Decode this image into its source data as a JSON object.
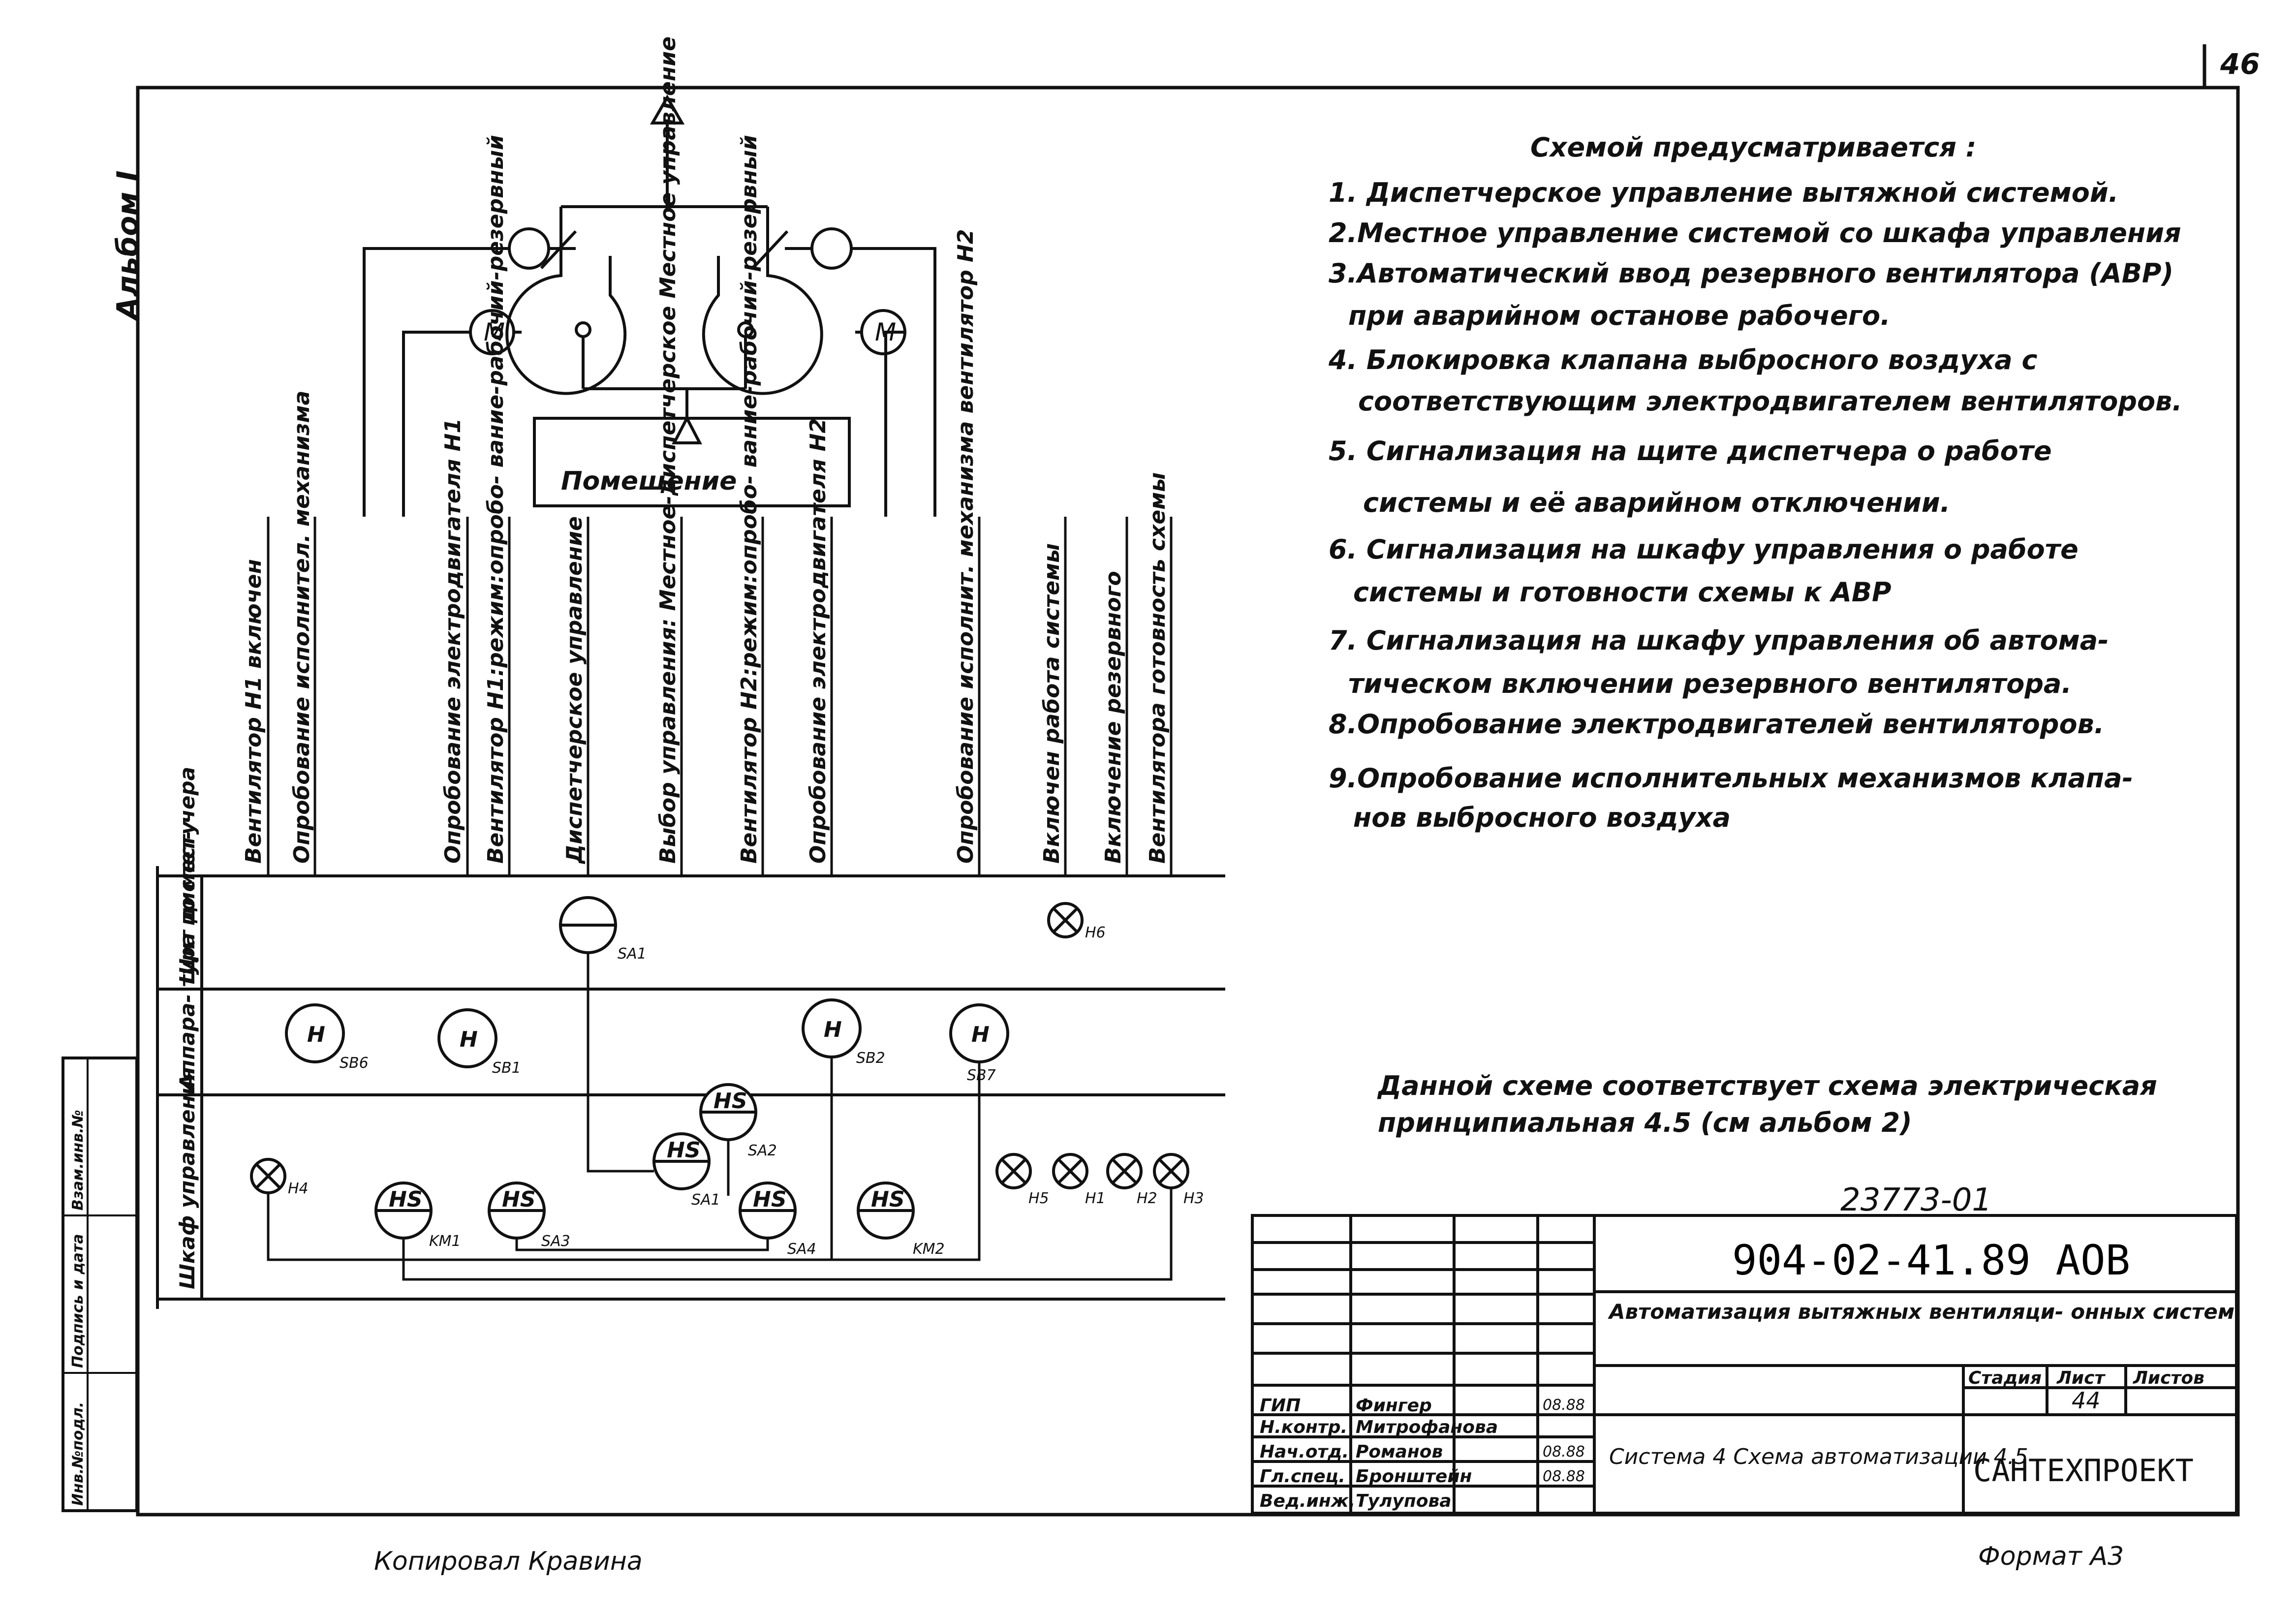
{
  "page_number": "46",
  "album_label": "Альбом I",
  "room_label": "Помещение",
  "notes_title": "Схемой предусматривается :",
  "notes": [
    "1. Диспетчерское управление вытяжной системой.",
    "2.Местное управление системой со шкафа управления",
    "3.Автоматический ввод резервного вентилятора (АВР)",
    "при аварийном останове рабочего.",
    "4. Блокировка клапана выбросного воздуха с",
    "соответствующим электродвигателем вентиляторов.",
    "5. Сигнализация на щите диспетчера о работе",
    "системы и её аварийном отключении.",
    "6. Сигнализация на шкафу управления о работе",
    "системы и готовности схемы к АВР",
    "7. Сигнализация на шкафу управления об автома-",
    "тическом включении резервного вентилятора.",
    "8.Опробование электродвигателей вентиляторов.",
    "9.Опробование исполнительных механизмов клапа-",
    "нов выбросного воздуха"
  ],
  "correspondence_note": [
    "Данной схеме соответствует схема электрическая",
    "принципиальная 4.5 (см альбом 2)"
  ],
  "inventory_number": "23773-01",
  "rows": {
    "dispatcher_panel": "Щит диспет- чера",
    "local_apparatus": "Аппара- тура по месту",
    "control_cabinet": "Шкаф управления"
  },
  "signal_labels": [
    "Вентилятор Н1 включен",
    "Опробование исполнител. механизма",
    "Опробование электродвигателя Н1",
    "Вентилятор Н1:режим:опробо- вание-рабочий-резервный",
    "Диспетчерское управление",
    "Выбор управления: Местное-диспетчерское Местное управление",
    "Вентилятор Н2:режим:опробо- вание-рабочий-резервный",
    "Опробование электродвигателя Н2",
    "Опробование исполнит. механизма вентилятор Н2",
    "Включен работа системы",
    "Включение резервного",
    "Вентилятора готовность схемы"
  ],
  "devices": {
    "sa1_disp": "SA1",
    "sb6": "SB6",
    "sb1": "SB1",
    "sb2": "SB2",
    "sb7": "SB7",
    "h4": "H4",
    "h5": "H5",
    "h1": "H1",
    "h2": "H2",
    "h3": "H3",
    "h6": "H6",
    "km1": "KM1",
    "sa3": "SA3",
    "sa1": "SA1",
    "sa2": "SA2",
    "sa4": "SA4",
    "km2": "KM2",
    "H": "H",
    "HS": "HS",
    "M": "M"
  },
  "side_stamp": [
    "Инв.№подл.",
    "Подпись и дата",
    "Взам.инв.№"
  ],
  "title_block": {
    "doc_code": "904-02-41.89 АОВ",
    "doc_title": "Автоматизация вытяжных вентиляци- онных систем",
    "stage_header": "Стадия",
    "sheet_header": "Лист",
    "sheets_header": "Листов",
    "sheet_value": "44",
    "drawing_name": "Система 4 Схема автоматизации 4.5",
    "organization": "САНТЕХПРОЕКТ",
    "roles": [
      {
        "role": "ГИП",
        "name": "Фингер",
        "date": "08.88"
      },
      {
        "role": "Н.контр.",
        "name": "Митрофанова",
        "date": ""
      },
      {
        "role": "Нач.отд.",
        "name": "Романов",
        "date": "08.88"
      },
      {
        "role": "Гл.спец.",
        "name": "Бронштейн",
        "date": "08.88"
      },
      {
        "role": "Вед.инж.",
        "name": "Тулупова",
        "date": ""
      }
    ]
  },
  "footer_copied": "Копировал Кравина",
  "footer_format": "Формат А3"
}
